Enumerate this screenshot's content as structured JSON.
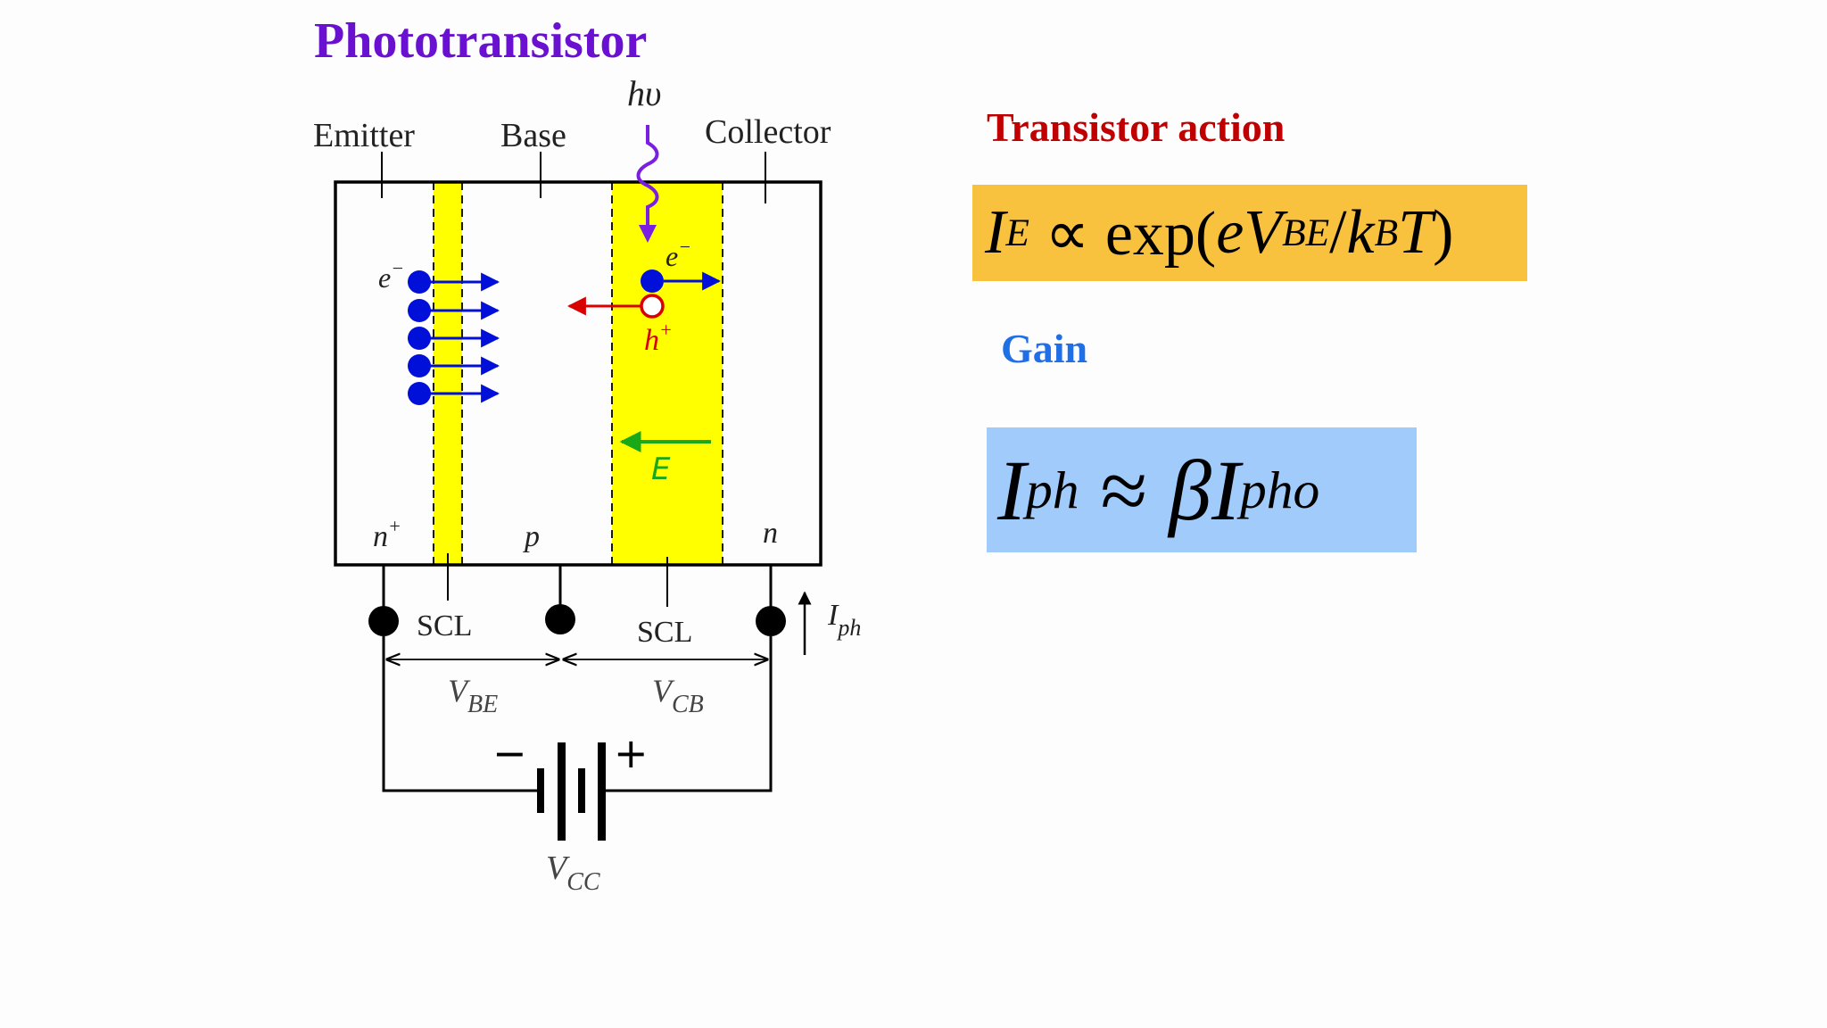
{
  "title": "Phototransistor",
  "diagram": {
    "photon_label": "hυ",
    "region_labels": {
      "emitter": "Emitter",
      "base": "Base",
      "collector": "Collector"
    },
    "doping_labels": {
      "emitter": "n",
      "emitter_sup": "+",
      "base": "p",
      "collector": "n"
    },
    "electron_label": "e",
    "electron_sup": "−",
    "photo_electron_label": "e",
    "photo_electron_sup": "−",
    "hole_label": "h",
    "hole_sup": "+",
    "field_label": "E",
    "scl_left": "SCL",
    "scl_right": "SCL",
    "current_label": "I",
    "current_sub": "ph",
    "vbe_label": "V",
    "vbe_sub": "BE",
    "vcb_label": "V",
    "vcb_sub": "CB",
    "vcc_label": "V",
    "vcc_sub": "CC",
    "battery_minus": "−",
    "battery_plus": "+",
    "colors": {
      "scl_fill": "#ffff00",
      "electron": "#0010d8",
      "hole_arrow": "#d80000",
      "photon": "#7a1fe0",
      "field": "#18a818"
    }
  },
  "transistor_action": {
    "title": "Transistor action",
    "eq": {
      "IE": "I",
      "IE_sub": "E",
      "prop": " ∝ exp(",
      "e": "e",
      "V": "V",
      "V_sub": "BE",
      "slash": "/",
      "k": "k",
      "k_sub": "B",
      "T": "T",
      "close": ")"
    }
  },
  "gain": {
    "title": "Gain",
    "eq": {
      "I1": "I",
      "I1_sub": "ph",
      "approx": " ≈ ",
      "beta": "β",
      "I2": "I",
      "I2_sub": "pho"
    }
  }
}
